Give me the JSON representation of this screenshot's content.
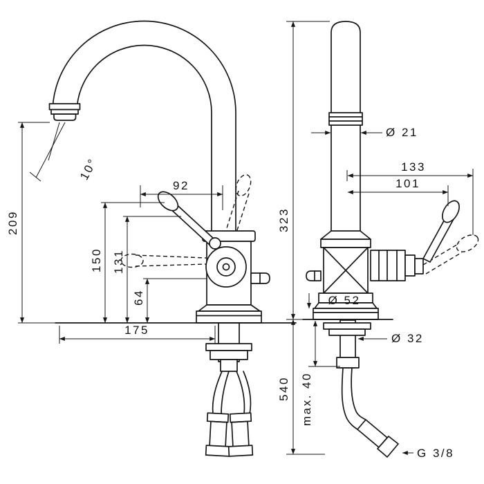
{
  "drawing": {
    "type": "technical-dimension-drawing",
    "line_color": "#161616",
    "background": "#ffffff",
    "views": {
      "side": {
        "dimensions": {
          "spout_height": "209",
          "spray_angle": "10°",
          "handle_reach": "92",
          "handle_height": "150",
          "body_height": "131",
          "side_knob_height": "64",
          "spout_reach": "175"
        }
      },
      "front": {
        "dimensions": {
          "total_height": "323",
          "pipe_diameter": "Ø 21",
          "handle_length_max": "133",
          "handle_length": "101",
          "base_diameter": "Ø 52",
          "shank_diameter": "Ø 32",
          "hose_length": "540",
          "max_mounting_thickness": "max. 40",
          "connection_thread": "G 3/8"
        }
      }
    }
  }
}
